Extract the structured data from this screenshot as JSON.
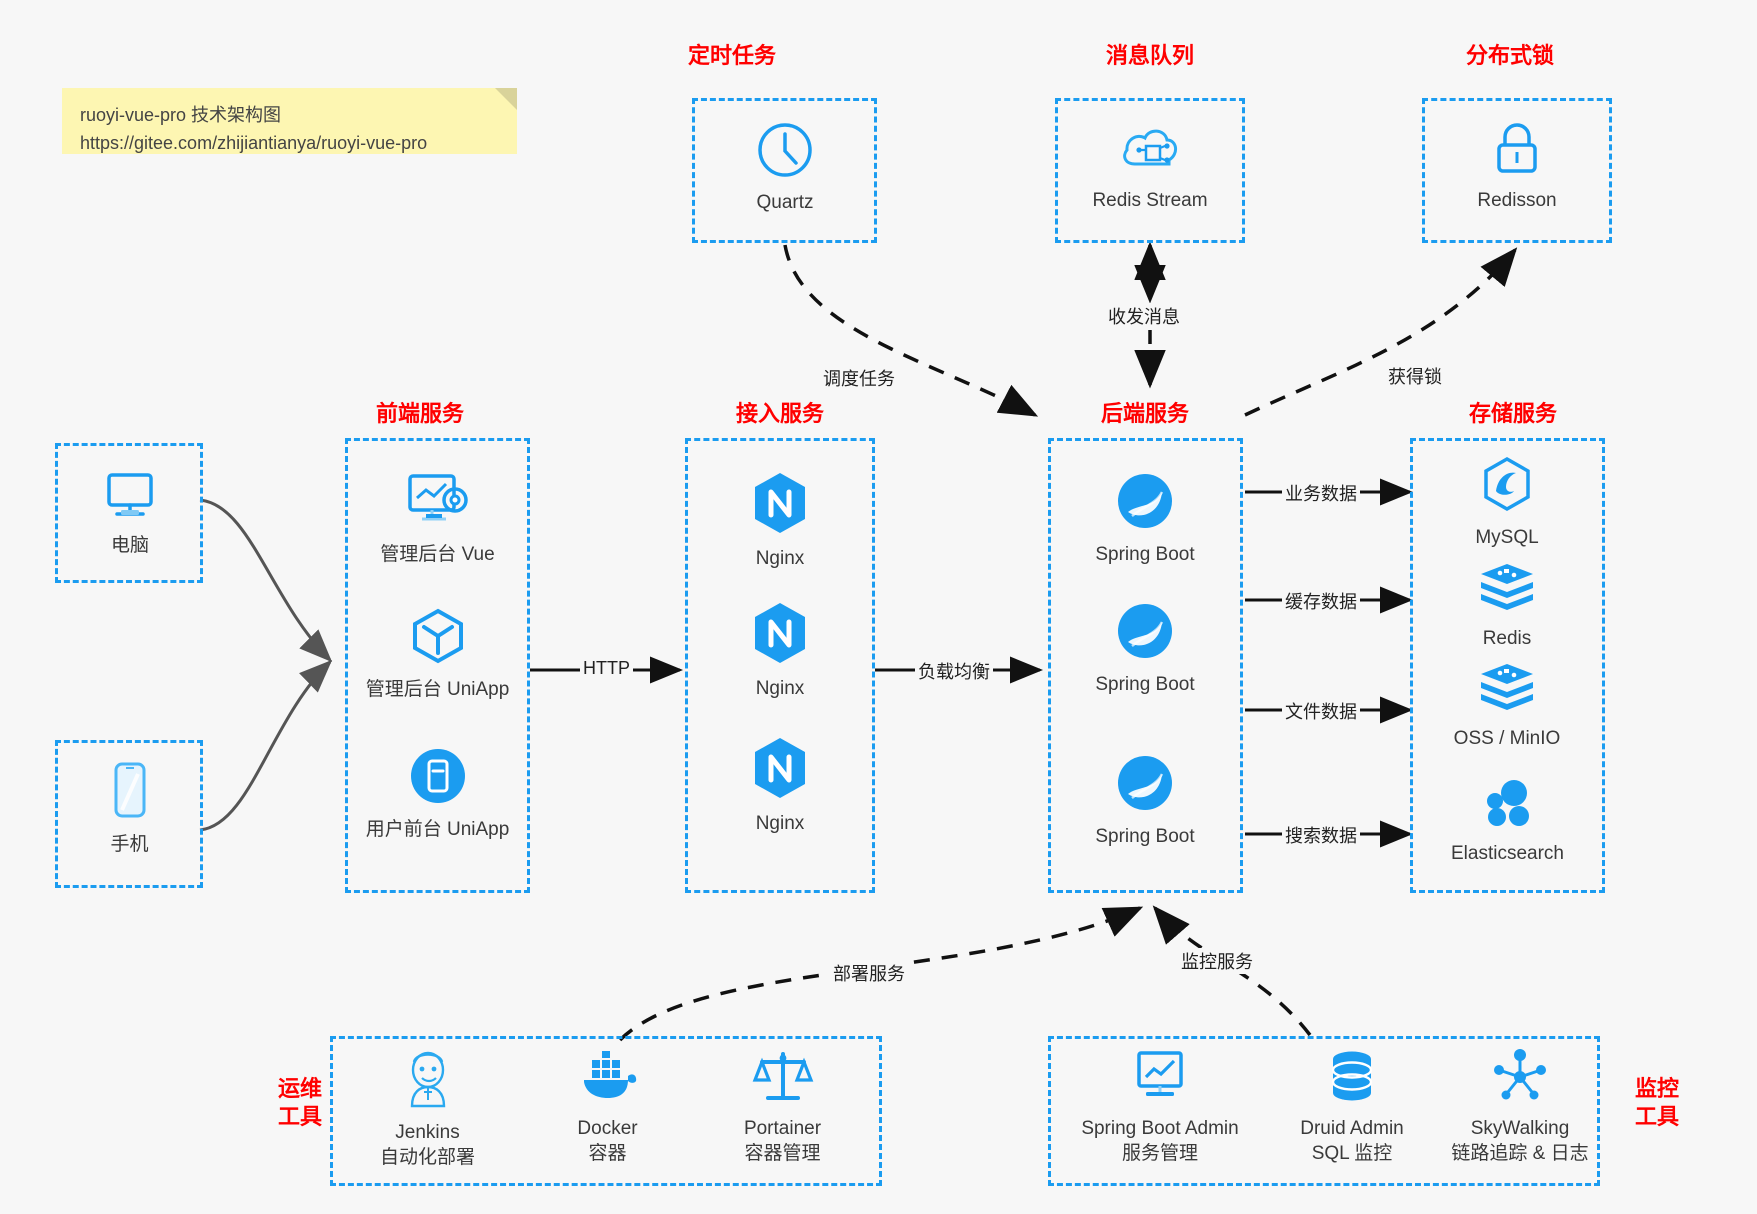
{
  "note": {
    "line1": "ruoyi-vue-pro 技术架构图",
    "line2": "https://gitee.com/zhijiantianya/ruoyi-vue-pro"
  },
  "colors": {
    "accent": "#1b9cf0",
    "group_title": "#ff0000",
    "background": "#f7f7f7",
    "note": "#fdf6b2",
    "arrow_solid": "#000000",
    "arrow_curve": "#555555"
  },
  "groups": {
    "scheduler": {
      "title": "定时任务"
    },
    "mq": {
      "title": "消息队列"
    },
    "lock": {
      "title": "分布式锁"
    },
    "frontend": {
      "title": "前端服务"
    },
    "gateway": {
      "title": "接入服务"
    },
    "backend": {
      "title": "后端服务"
    },
    "storage": {
      "title": "存储服务"
    },
    "devops": {
      "title": "运维\n工具"
    },
    "monitor": {
      "title": "监控\n工具"
    }
  },
  "nodes": {
    "quartz": {
      "label": "Quartz",
      "icon": "clock-icon"
    },
    "redis_stream": {
      "label": "Redis Stream",
      "icon": "cloud-stream-icon"
    },
    "redisson": {
      "label": "Redisson",
      "icon": "lock-icon"
    },
    "pc": {
      "label": "电脑",
      "icon": "desktop-icon"
    },
    "phone": {
      "label": "手机",
      "icon": "mobile-icon"
    },
    "admin_vue": {
      "label": "管理后台 Vue",
      "icon": "dashboard-icon"
    },
    "admin_uniapp": {
      "label": "管理后台 UniApp",
      "icon": "cube-icon"
    },
    "user_uniapp": {
      "label": "用户前台 UniApp",
      "icon": "app-icon"
    },
    "nginx1": {
      "label": "Nginx",
      "icon": "nginx-icon"
    },
    "nginx2": {
      "label": "Nginx",
      "icon": "nginx-icon"
    },
    "nginx3": {
      "label": "Nginx",
      "icon": "nginx-icon"
    },
    "spring1": {
      "label": "Spring Boot",
      "icon": "spring-icon"
    },
    "spring2": {
      "label": "Spring Boot",
      "icon": "spring-icon"
    },
    "spring3": {
      "label": "Spring Boot",
      "icon": "spring-icon"
    },
    "mysql": {
      "label": "MySQL",
      "icon": "mysql-icon"
    },
    "redis": {
      "label": "Redis",
      "icon": "redis-icon"
    },
    "oss": {
      "label": "OSS / MinIO",
      "icon": "redis-icon"
    },
    "elasticsearch": {
      "label": "Elasticsearch",
      "icon": "elasticsearch-icon"
    },
    "jenkins": {
      "label": "Jenkins",
      "sublabel": "自动化部署",
      "icon": "jenkins-icon"
    },
    "docker": {
      "label": "Docker",
      "sublabel": "容器",
      "icon": "docker-icon"
    },
    "portainer": {
      "label": "Portainer",
      "sublabel": "容器管理",
      "icon": "scales-icon"
    },
    "sba": {
      "label": "Spring Boot Admin",
      "sublabel": "服务管理",
      "icon": "monitor-chart-icon"
    },
    "druid": {
      "label": "Druid Admin",
      "sublabel": "SQL 监控",
      "icon": "database-icon"
    },
    "skywalking": {
      "label": "SkyWalking",
      "sublabel": "链路追踪 & 日志",
      "icon": "network-icon"
    }
  },
  "edges": {
    "schedule_task": "调度任务",
    "send_receive_message": "收发消息",
    "acquire_lock": "获得锁",
    "http": "HTTP",
    "load_balance": "负载均衡",
    "business_data": "业务数据",
    "cache_data": "缓存数据",
    "file_data": "文件数据",
    "search_data": "搜索数据",
    "deploy_service": "部署服务",
    "monitor_service": "监控服务"
  }
}
